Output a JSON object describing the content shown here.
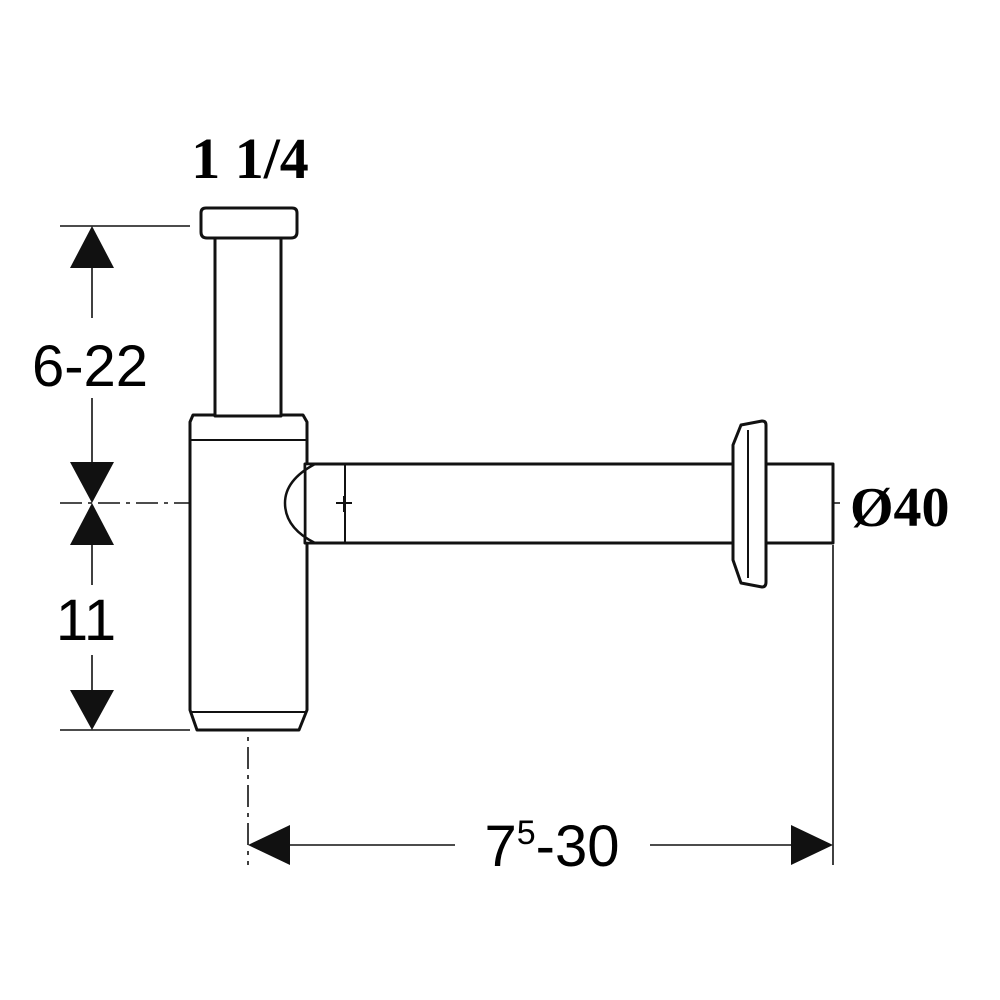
{
  "labels": {
    "thread_size": "1 1/4",
    "height_range_main": "6-22",
    "depth_below_axis": "11",
    "projection_base": "7",
    "projection_sup": "5",
    "projection_rest": "-30",
    "outlet_diameter": "Ø40"
  }
}
